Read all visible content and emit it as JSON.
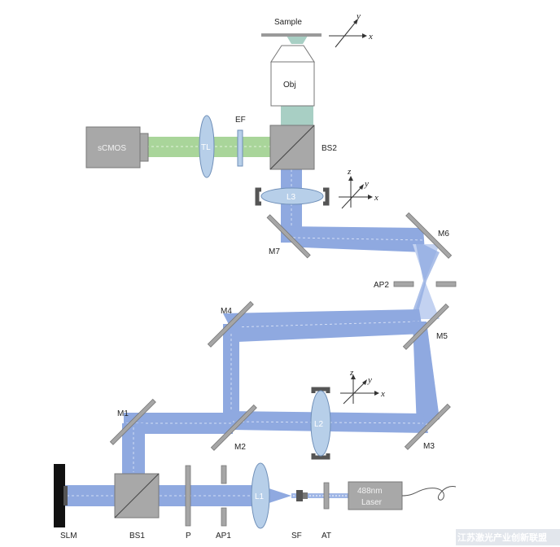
{
  "labels": {
    "sample": "Sample",
    "obj": "Obj",
    "scmos": "sCMOS",
    "tl": "TL",
    "ef": "EF",
    "bs2": "BS2",
    "l3": "L3",
    "m7": "M7",
    "m6": "M6",
    "ap2": "AP2",
    "m4": "M4",
    "m5": "M5",
    "m1": "M1",
    "m2": "M2",
    "l2": "L2",
    "m3": "M3",
    "slm": "SLM",
    "bs1": "BS1",
    "p": "P",
    "ap1": "AP1",
    "l1": "L1",
    "sf": "SF",
    "at": "AT",
    "laser_line1": "488nm",
    "laser_line2": "Laser"
  },
  "axes": {
    "top": {
      "x": "x",
      "y": "y"
    },
    "middle": {
      "x": "x",
      "y": "y",
      "z": "z"
    },
    "lower": {
      "x": "x",
      "y": "y",
      "z": "z"
    }
  },
  "watermark": "江苏激光产业创新联盟",
  "colors": {
    "beam_blue": "#8fa9e0",
    "beam_light": "#c3d2f1",
    "beam_green": "#a9d59a",
    "obj_beam": "#a8cfc4",
    "lens_fill": "#b7cfe9",
    "lens_stroke": "#6f8fb8",
    "component_gray": "#a8a8a8",
    "mirror_gray": "#a6a6a6",
    "slm_black": "#111111"
  }
}
